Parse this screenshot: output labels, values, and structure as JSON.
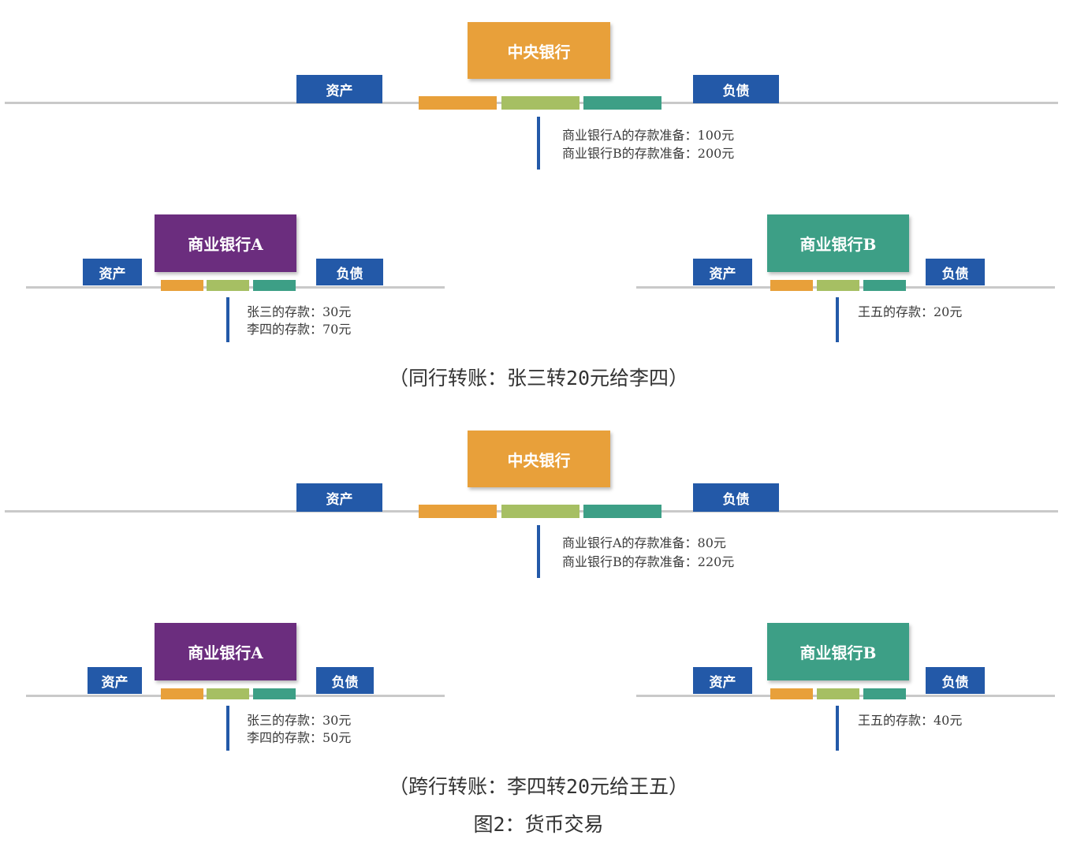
{
  "colors": {
    "central": "#e8a03a",
    "bank_a": "#6b2d7e",
    "bank_b": "#3d9f86",
    "tag": "#2359a8",
    "segments": [
      "#e8a03a",
      "#a6bf63",
      "#3d9f86"
    ]
  },
  "scenario1": {
    "central_bank": {
      "title": "中央银行",
      "assets_label": "资产",
      "liabilities_label": "负债",
      "notes": [
        "商业银行A的存款准备：100元",
        "商业银行B的存款准备：200元"
      ]
    },
    "bank_a": {
      "title": "商业银行A",
      "assets_label": "资产",
      "liabilities_label": "负债",
      "notes": [
        "张三的存款：30元",
        "李四的存款：70元"
      ]
    },
    "bank_b": {
      "title": "商业银行B",
      "assets_label": "资产",
      "liabilities_label": "负债",
      "notes": [
        "王五的存款：20元"
      ]
    },
    "caption": "（同行转账：张三转20元给李四）"
  },
  "scenario2": {
    "central_bank": {
      "title": "中央银行",
      "assets_label": "资产",
      "liabilities_label": "负债",
      "notes": [
        "商业银行A的存款准备：80元",
        "商业银行B的存款准备：220元"
      ]
    },
    "bank_a": {
      "title": "商业银行A",
      "assets_label": "资产",
      "liabilities_label": "负债",
      "notes": [
        "张三的存款：30元",
        "李四的存款：50元"
      ]
    },
    "bank_b": {
      "title": "商业银行B",
      "assets_label": "资产",
      "liabilities_label": "负债",
      "notes": [
        "王五的存款：40元"
      ]
    },
    "caption": "（跨行转账：李四转20元给王五）"
  },
  "figure_caption": "图2：货币交易"
}
